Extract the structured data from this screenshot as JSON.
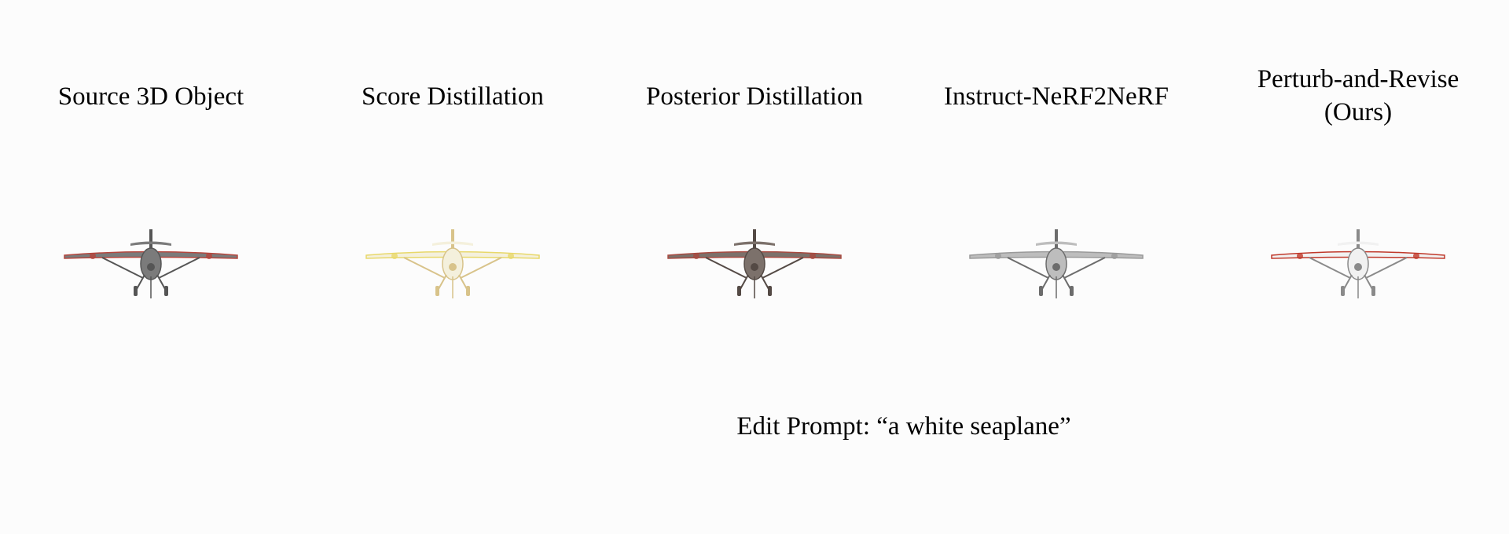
{
  "columns": [
    {
      "title": "Source 3D Object",
      "image": "gray-plane-with-red-roundels",
      "colors": {
        "body": "#7b7b7b",
        "dark": "#555555",
        "accent": "#b5463d"
      }
    },
    {
      "title": "Score Distillation",
      "image": "faded-yellow-plane",
      "colors": {
        "body": "#f4f0dc",
        "dark": "#d8c38a",
        "accent": "#e8d86a"
      }
    },
    {
      "title": "Posterior Distillation",
      "image": "brown-gray-plane-with-red-roundels",
      "colors": {
        "body": "#7c716b",
        "dark": "#544a45",
        "accent": "#a84a40"
      }
    },
    {
      "title": "Instruct-NeRF2NeRF",
      "image": "gray-white-blotchy-plane",
      "colors": {
        "body": "#bdbdbd",
        "dark": "#6c6c6c",
        "accent": "#9a9a9a"
      }
    },
    {
      "title": "Perturb-and-Revise\n(Ours)",
      "image": "white-plane-with-red-trim",
      "colors": {
        "body": "#f1f1f1",
        "dark": "#8a8a8a",
        "accent": "#c0392b"
      }
    }
  ],
  "prompt": "Edit Prompt: “a white seaplane”"
}
